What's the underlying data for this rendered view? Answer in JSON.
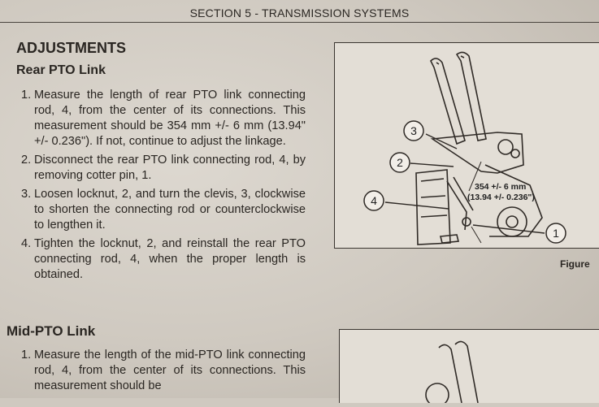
{
  "header": {
    "title": "SECTION 5 - TRANSMISSION SYSTEMS"
  },
  "adjustments": {
    "heading": "ADJUSTMENTS"
  },
  "rear_pto": {
    "heading": "Rear PTO Link",
    "steps": [
      {
        "num": "1.",
        "text": "Measure the length of rear PTO link connecting rod, 4, from the center of its connections. This measurement should be 354 mm +/- 6 mm (13.94\" +/- 0.236\"). If not, continue to adjust the linkage."
      },
      {
        "num": "2.",
        "text": "Disconnect the rear PTO link connecting rod, 4, by removing cotter pin, 1."
      },
      {
        "num": "3.",
        "text": "Loosen locknut, 2, and turn the clevis, 3, clockwise to shorten the connecting rod or counterclockwise to lengthen it."
      },
      {
        "num": "4.",
        "text": "Tighten the locknut, 2, and reinstall the rear PTO connecting rod, 4, when the proper length is obtained."
      }
    ]
  },
  "figure": {
    "callouts": [
      "3",
      "2",
      "4",
      "1"
    ],
    "dim_mm": "354 +/- 6 mm",
    "dim_in": "(13.94 +/- 0.236\")",
    "label": "Figure"
  },
  "mid_pto": {
    "heading": "Mid-PTO Link",
    "steps": [
      {
        "num": "1.",
        "text": "Measure the length of the mid-PTO link connecting rod, 4, from the center of its connections. This measurement should be"
      }
    ]
  }
}
